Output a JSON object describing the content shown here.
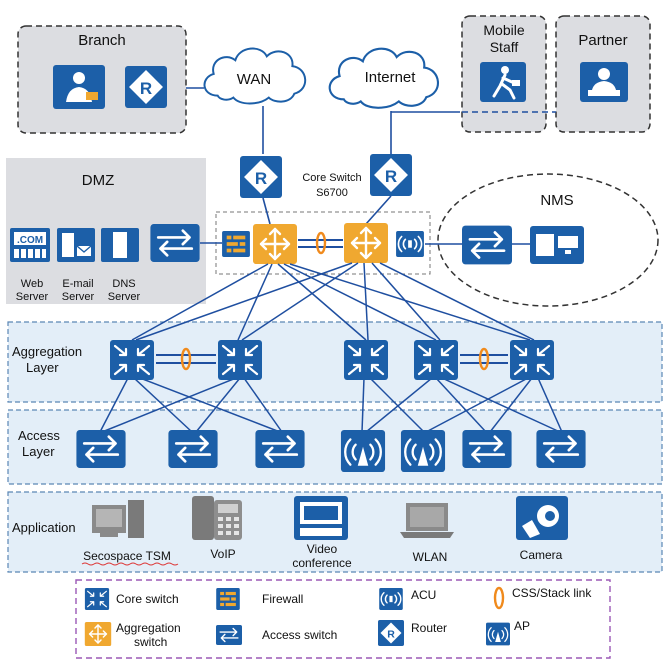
{
  "zones": {
    "branch": "Branch",
    "wan": "WAN",
    "internet": "Internet",
    "mobile_staff_line1": "Mobile",
    "mobile_staff_line2": "Staff",
    "partner": "Partner",
    "dmz": "DMZ",
    "nms": "NMS",
    "core_switch_line1": "Core Switch",
    "core_switch_line2": "S6700"
  },
  "servers": [
    {
      "line1": "Web",
      "line2": "Server"
    },
    {
      "line1": "E-mail",
      "line2": "Server"
    },
    {
      "line1": "DNS",
      "line2": "Server"
    }
  ],
  "layers": {
    "aggregation_line1": "Aggregation",
    "aggregation_line2": "Layer",
    "access_line1": "Access",
    "access_line2": "Layer",
    "application": "Application"
  },
  "applications": {
    "tsm": "Secospace TSM",
    "voip": "VoIP",
    "video_line1": "Video",
    "video_line2": "conference",
    "wlan": "WLAN",
    "camera": "Camera"
  },
  "legend": {
    "core_switch": "Core switch",
    "firewall": "Firewall",
    "acu": "ACU",
    "css_stack": "CSS/Stack link",
    "aggregation_line1": "Aggregation",
    "aggregation_line2": "switch",
    "access_switch": "Access switch",
    "router": "Router",
    "ap": "AP"
  },
  "icons": {
    "dot_com_label": ".COM"
  },
  "colors": {
    "device_blue": "#1c5fa8",
    "aggregation_orange": "#f0a830",
    "link_blue": "#1f4fa0",
    "stack_orange": "#f08a1c",
    "zone_gray": "#dcdde1",
    "layer_band": "#e3eef8",
    "legend_border": "#9b59b6"
  }
}
